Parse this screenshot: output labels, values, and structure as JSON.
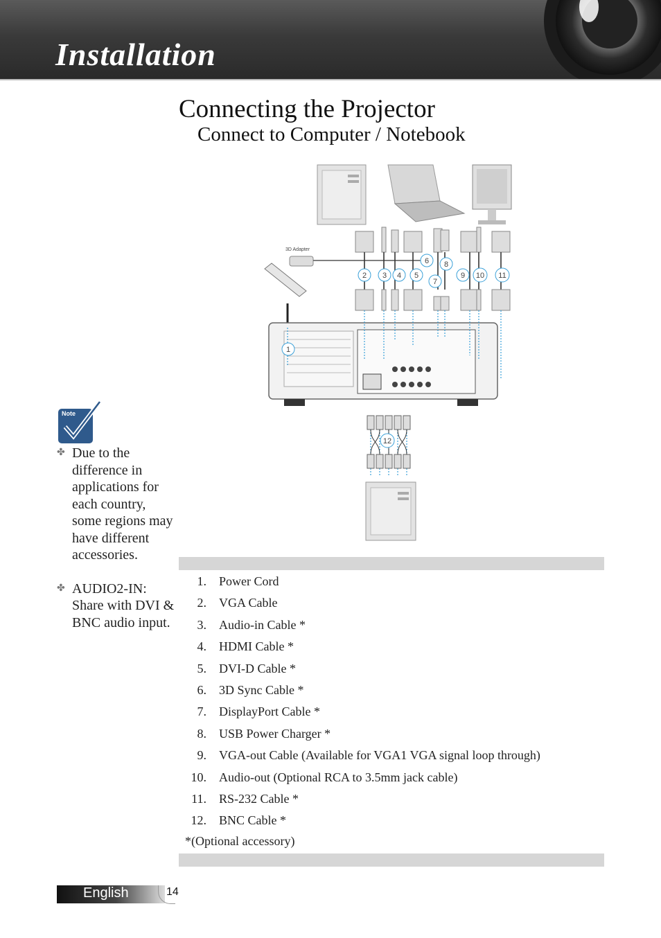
{
  "header": {
    "title": "Installation"
  },
  "page_title": "Connecting the Projector",
  "section_title": "Connect to Computer / Notebook",
  "diagram": {
    "adapter_label": "3D Adapter",
    "callouts": [
      "1",
      "2",
      "3",
      "4",
      "5",
      "6",
      "7",
      "8",
      "9",
      "10",
      "11",
      "12"
    ]
  },
  "note": {
    "icon_label": "Note",
    "items": [
      "Due to the difference in applications for each country, some regions may have different accessories.",
      "AUDIO2-IN: Share with DVI & BNC audio input."
    ]
  },
  "cables": [
    {
      "num": "1.",
      "label": "Power Cord"
    },
    {
      "num": "2.",
      "label": "VGA Cable"
    },
    {
      "num": "3.",
      "label": "Audio-in Cable *"
    },
    {
      "num": "4.",
      "label": "HDMI Cable *"
    },
    {
      "num": "5.",
      "label": "DVI-D Cable *"
    },
    {
      "num": "6.",
      "label": "3D Sync Cable *"
    },
    {
      "num": "7.",
      "label": "DisplayPort Cable *"
    },
    {
      "num": "8.",
      "label": "USB Power Charger *"
    },
    {
      "num": "9.",
      "label": "VGA-out Cable (Available for VGA1 VGA signal loop through)"
    },
    {
      "num": "10.",
      "label": "Audio-out (Optional RCA to 3.5mm jack cable)"
    },
    {
      "num": "11.",
      "label": "RS-232 Cable *"
    },
    {
      "num": "12.",
      "label": "BNC Cable *"
    }
  ],
  "optional_note": "*(Optional accessory)",
  "footer": {
    "language": "English",
    "page_number": "14"
  }
}
